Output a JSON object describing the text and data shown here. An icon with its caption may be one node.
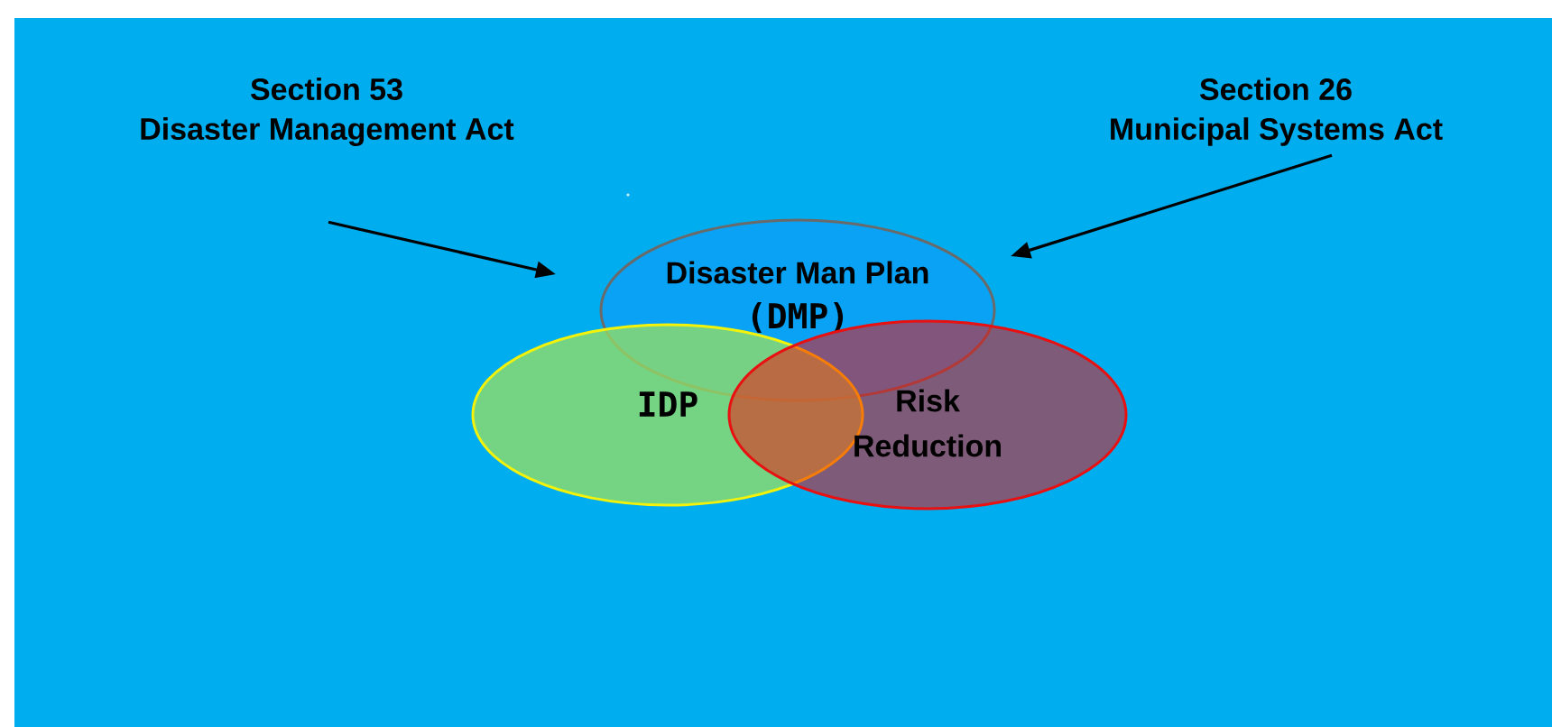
{
  "diagram": {
    "nodes": [
      {
        "text": [
          "Section 53",
          "Disaster Management Act"
        ]
      },
      {
        "text": [
          "Section 26",
          "Municipal Systems Act"
        ]
      },
      {
        "text": [
          "Disaster Man Plan",
          "(DMP)"
        ]
      },
      {
        "text": [
          "IDP"
        ]
      },
      {
        "text": [
          "Risk",
          "Reduction"
        ]
      }
    ],
    "edges": [
      {
        "from": 0,
        "to": 2,
        "arrow": "to"
      },
      {
        "from": 1,
        "to": 2,
        "arrow": "to"
      }
    ]
  }
}
